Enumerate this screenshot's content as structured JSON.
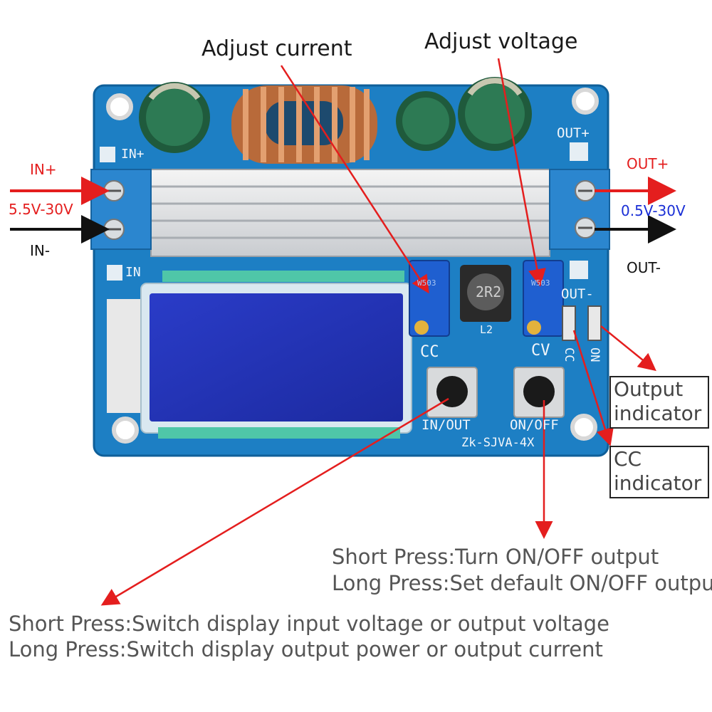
{
  "labels": {
    "adjust_current": "Adjust current",
    "adjust_voltage": "Adjust voltage",
    "in_plus": "IN+",
    "in_range": "5.5V-30V",
    "in_minus": "IN-",
    "out_plus": "OUT+",
    "out_range": "0.5V-30V",
    "out_minus": "OUT-",
    "output_indicator_line1": "Output",
    "output_indicator_line2": "indicator",
    "cc_indicator_line1": "CC",
    "cc_indicator_line2": "indicator"
  },
  "on_off_button": {
    "short_press": "Short Press:Turn ON/OFF output",
    "long_press": "Long Press:Set default ON/OFF output"
  },
  "in_out_button": {
    "short_press": "Short Press:Switch display input voltage or output voltage",
    "long_press": "Long Press:Switch display output power or output current"
  },
  "board": {
    "silk_in_plus": "IN+",
    "silk_in": "IN",
    "silk_out_plus": "OUT+",
    "silk_out_minus": "OUT-",
    "silk_cc": "CC",
    "silk_cv": "CV",
    "silk_cc_led": "CC",
    "silk_on_led": "ON",
    "silk_in_out": "IN/OUT",
    "silk_on_off": "ON/OFF",
    "silk_model": "Zk-SJVA-4X",
    "inductor_mark": "2R2",
    "inductor_ref": "L2",
    "pot_mark": "W503"
  },
  "colors": {
    "pcb": "#1d7fc4",
    "arrow_red": "#e41e1e",
    "input_label": "#e41e1e",
    "output_range": "#1a2fd6"
  }
}
